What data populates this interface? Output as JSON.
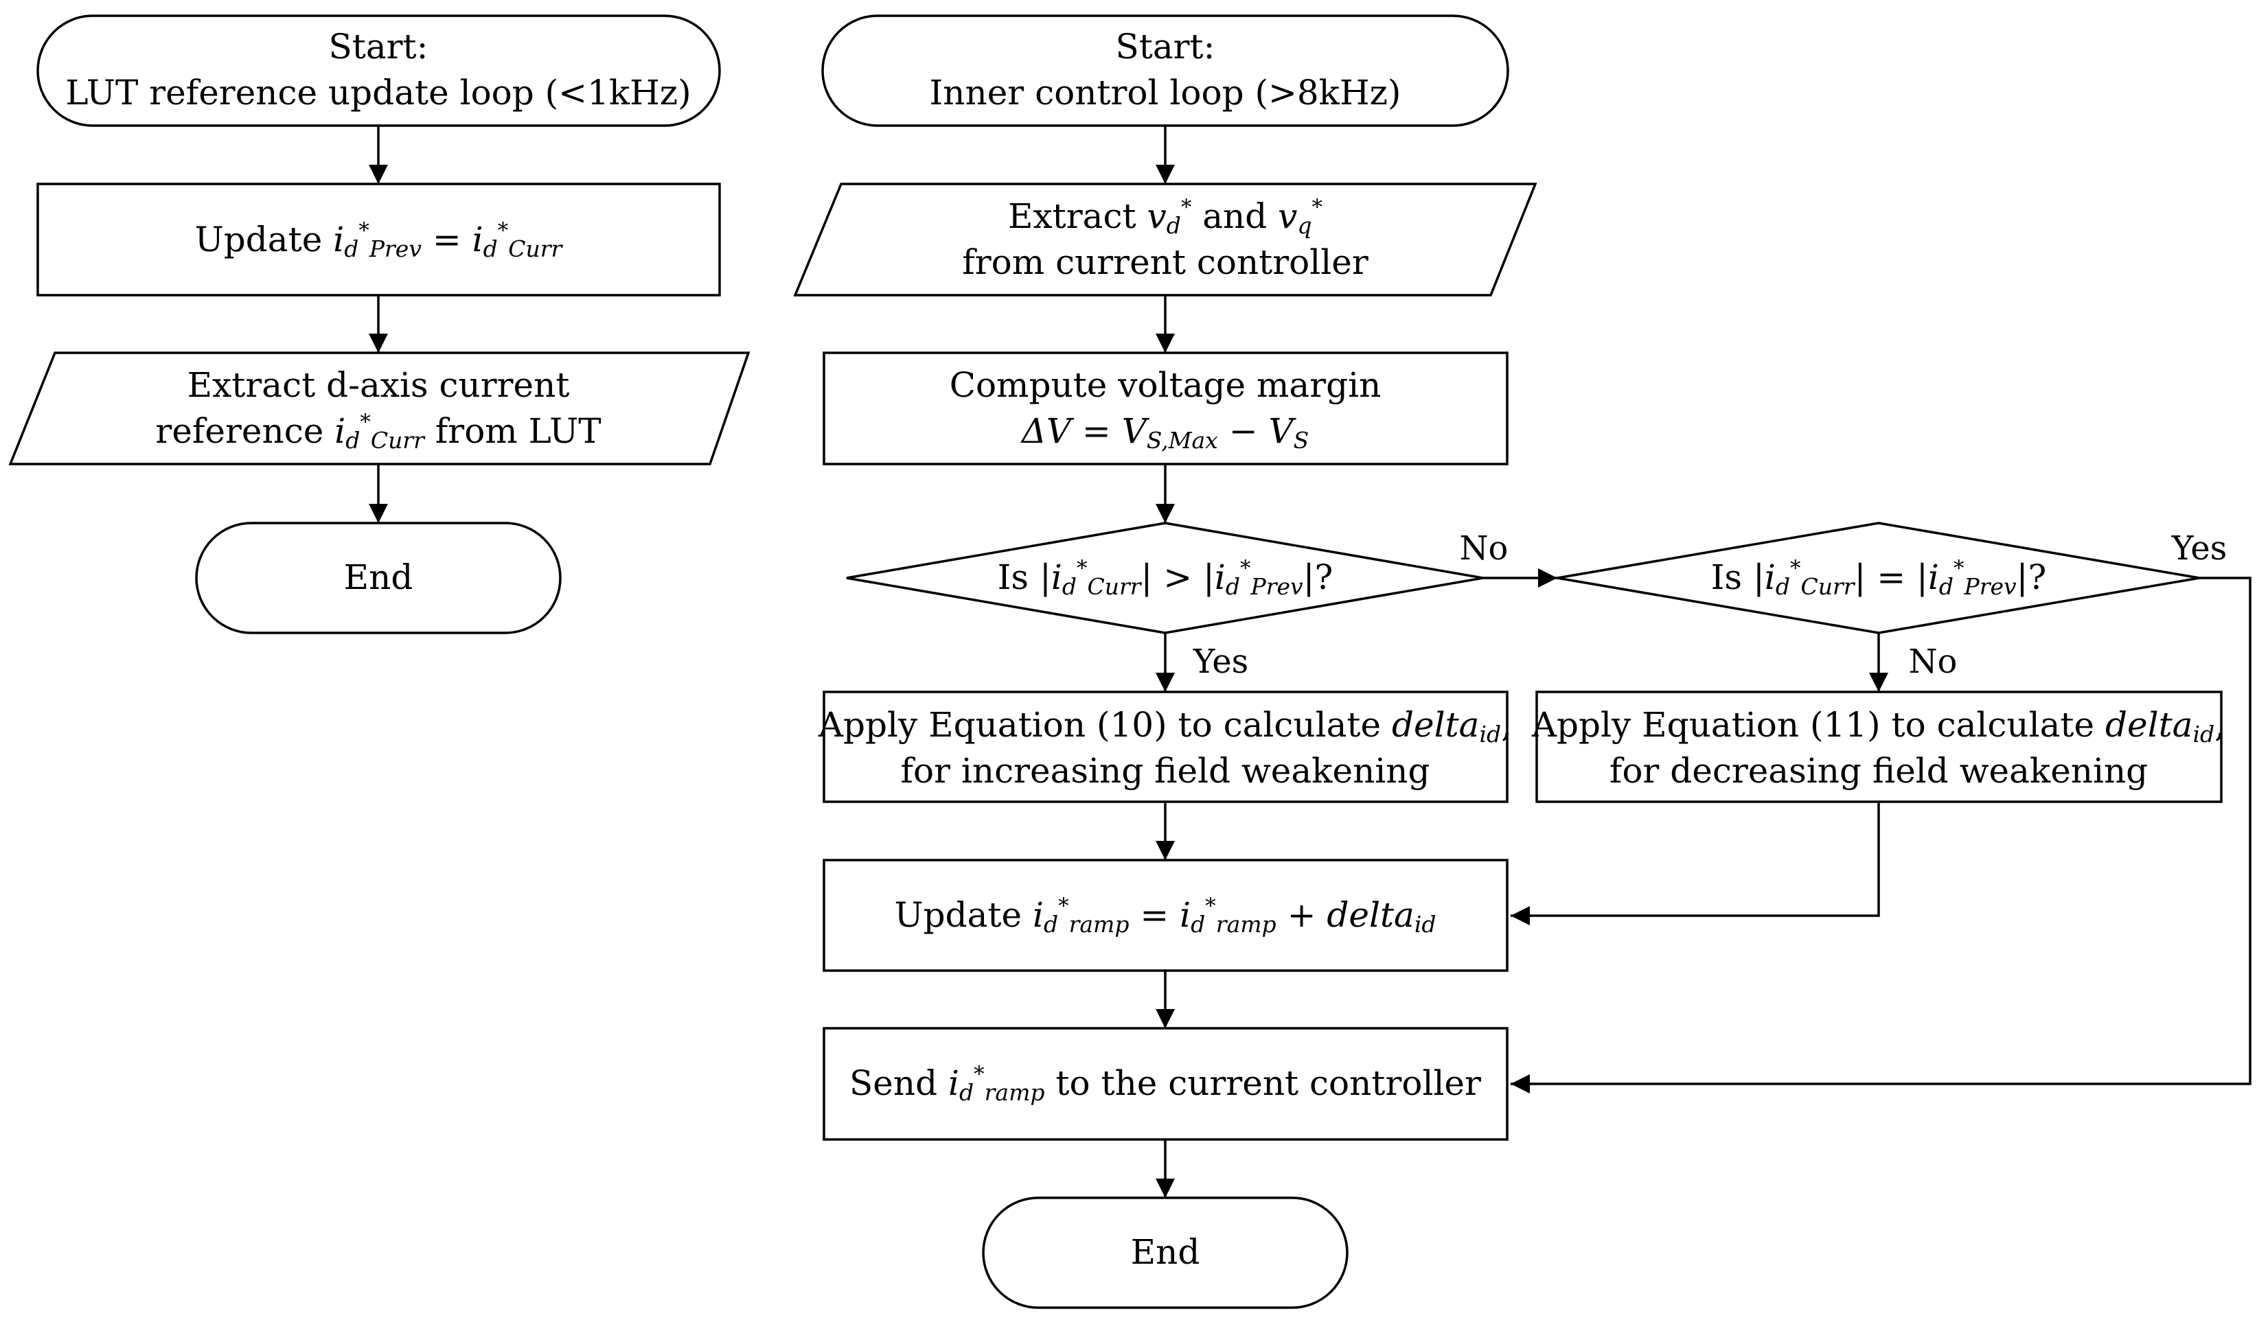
{
  "left_loop": {
    "start_line1": "Start:",
    "start_line2": "LUT reference update loop (<1kHz)",
    "update_prefix": "Update ",
    "update_i1": "i",
    "update_d1": "d",
    "update_star1": "*",
    "update_prev": "Prev",
    "update_eq": " = ",
    "update_i2": "i",
    "update_d2": "d",
    "update_star2": "*",
    "update_curr": "Curr",
    "extract_line1": "Extract d-axis current",
    "extract_line2_prefix": "reference ",
    "extract_i": "i",
    "extract_d": "d",
    "extract_star": "*",
    "extract_curr": "Curr",
    "extract_line2_suffix": " from LUT",
    "end": "End"
  },
  "right_loop": {
    "start_line1": "Start:",
    "start_line2": "Inner control loop (>8kHz)",
    "extract_v_prefix": "Extract ",
    "extract_v1": "v",
    "extract_v1_sub": "d",
    "extract_v1_sup": "*",
    "extract_v_and": " and ",
    "extract_v2": "v",
    "extract_v2_sub": "q",
    "extract_v2_sup": "*",
    "extract_v_line2": "from current controller",
    "margin_line1": "Compute voltage margin",
    "margin_delta": "ΔV",
    "margin_eq": " = ",
    "margin_vs1": "V",
    "margin_vs1_sub": "S,Max",
    "margin_minus": " − ",
    "margin_vs2": "V",
    "margin_vs2_sub": "S",
    "decision1_prefix": "Is |",
    "decision1_i1": "i",
    "decision1_d1": "d",
    "decision1_star1": "*",
    "decision1_curr": "Curr",
    "decision1_op": "| > |",
    "decision1_i2": "i",
    "decision1_d2": "d",
    "decision1_star2": "*",
    "decision1_prev": "Prev",
    "decision1_suffix": "|?",
    "decision2_prefix": "Is |",
    "decision2_i1": "i",
    "decision2_d1": "d",
    "decision2_star1": "*",
    "decision2_curr": "Curr",
    "decision2_op": "| = |",
    "decision2_i2": "i",
    "decision2_d2": "d",
    "decision2_star2": "*",
    "decision2_prev": "Prev",
    "decision2_suffix": "|?",
    "label_no1": "No",
    "label_yes1": "Yes",
    "label_yes2": "Yes",
    "label_no2": "No",
    "apply10_prefix": "Apply Equation (10) to calculate ",
    "apply10_delta": "delta",
    "apply10_sub": "id",
    "apply10_comma": ",",
    "apply10_line2": "for increasing field weakening",
    "apply11_prefix": "Apply Equation (11) to calculate ",
    "apply11_delta": "delta",
    "apply11_sub": "id",
    "apply11_comma": ",",
    "apply11_line2": "for decreasing field weakening",
    "ramp_prefix": "Update ",
    "ramp_i1": "i",
    "ramp_d1": "d",
    "ramp_star1": "*",
    "ramp_sub1": "ramp",
    "ramp_eq": " = ",
    "ramp_i2": "i",
    "ramp_d2": "d",
    "ramp_star2": "*",
    "ramp_sub2": "ramp",
    "ramp_plus": " + ",
    "ramp_delta": "delta",
    "ramp_delta_sub": "id",
    "send_prefix": "Send ",
    "send_i": "i",
    "send_d": "d",
    "send_star": "*",
    "send_sub": "ramp",
    "send_suffix": " to the current controller",
    "end": "End"
  }
}
